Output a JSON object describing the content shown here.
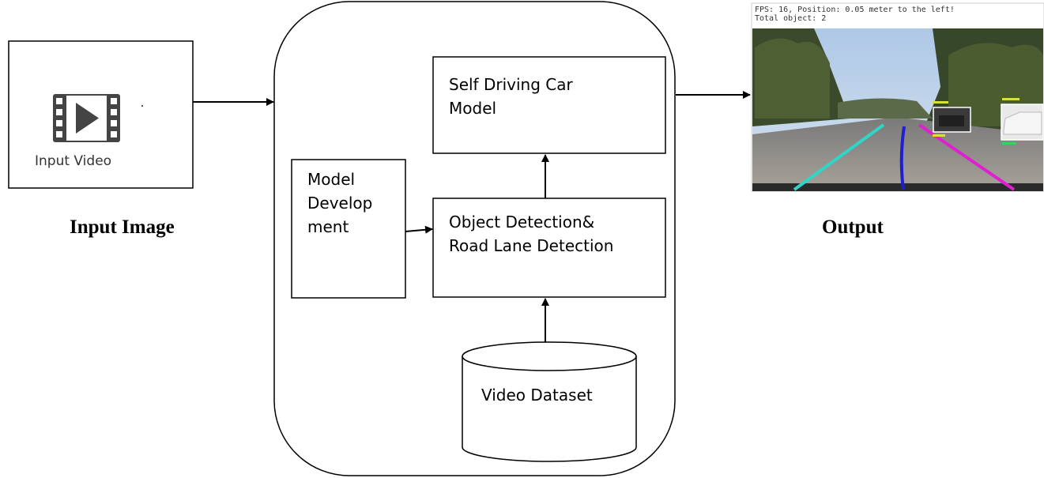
{
  "input": {
    "icon": "film-play-icon",
    "icon_label": "Input Video",
    "caption": "Input Image"
  },
  "pipeline": {
    "self_driving_line1": "Self Driving Car",
    "self_driving_line2": "Model",
    "model_dev_line1": "Model",
    "model_dev_line2": "Develop",
    "model_dev_line3": "ment",
    "detection_line1": "Object Detection&",
    "detection_line2": "Road Lane Detection",
    "dataset_label": "Video Dataset"
  },
  "output": {
    "caption": "Output",
    "overlay_line1": "FPS: 16, Position: 0.05 meter to the left!",
    "overlay_line2": "Total object: 2",
    "colors": {
      "lane_left": "#2fd6c8",
      "lane_center": "#1f1fd0",
      "lane_right": "#e020d0",
      "box_label": "#d8e040"
    }
  }
}
